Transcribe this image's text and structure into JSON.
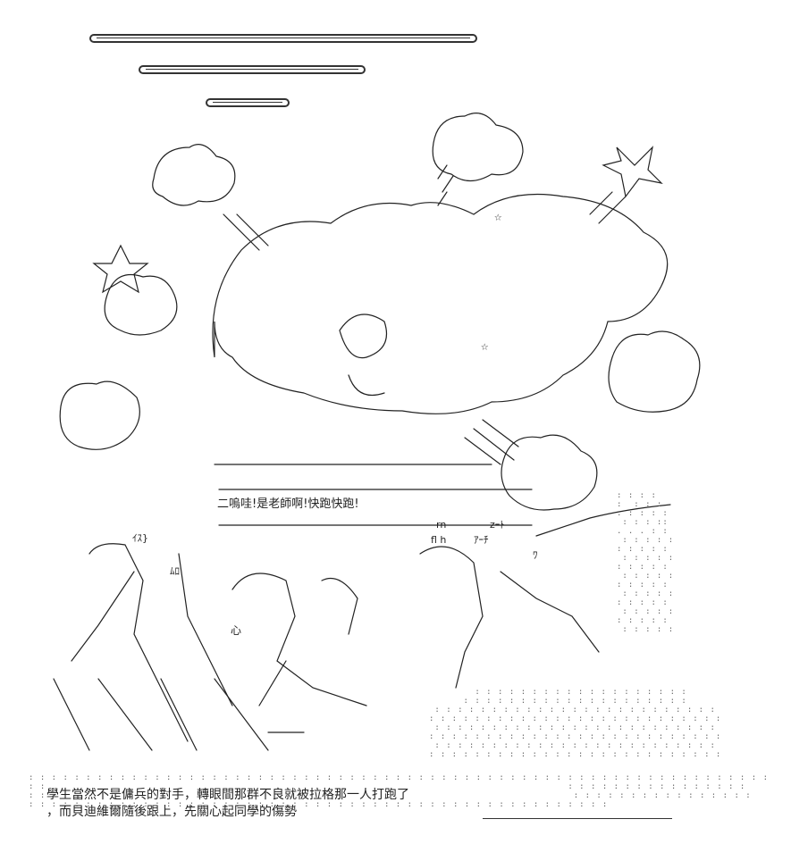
{
  "exclaim": "二嗚哇!是老師啊!快跑快跑!",
  "caption": {
    "line1": "學生當然不是傭兵的對手，轉眼間那群不良就被拉格那一人打跑了",
    "line2": "，而貝迪維爾隨後跟上，先關心起同學的傷勢"
  },
  "bubble_tags": {
    "a": "ｲｽ}",
    "b": "fl h",
    "c": "rn",
    "d": "zｰﾄ",
    "e": "ｱｰﾁ",
    "f": "ﾜ",
    "g": "ﾑﾛ",
    "h": "心"
  }
}
